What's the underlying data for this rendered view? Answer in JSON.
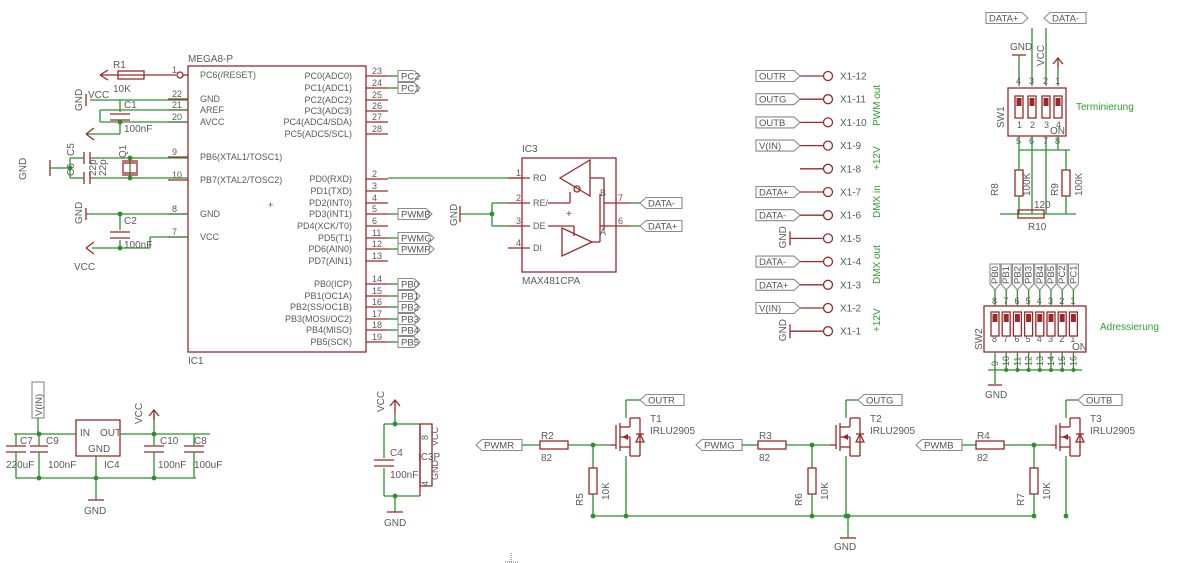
{
  "ic1": {
    "name": "MEGA8-P",
    "ref": "IC1",
    "left": [
      {
        "num": "1",
        "lbl": "PC6(/RESET)"
      },
      {
        "num": "22",
        "lbl": "GND"
      },
      {
        "num": "21",
        "lbl": "AREF"
      },
      {
        "num": "20",
        "lbl": "AVCC"
      },
      {
        "num": "9",
        "lbl": "PB6(XTAL1/TOSC1)"
      },
      {
        "num": "10",
        "lbl": "PB7(XTAL2/TOSC2)"
      },
      {
        "num": "8",
        "lbl": "GND"
      },
      {
        "num": "7",
        "lbl": "VCC"
      }
    ],
    "right": [
      {
        "num": "23",
        "lbl": "PC0(ADC0)"
      },
      {
        "num": "24",
        "lbl": "PC1(ADC1)"
      },
      {
        "num": "25",
        "lbl": "PC2(ADC2)"
      },
      {
        "num": "26",
        "lbl": "PC3(ADC3)"
      },
      {
        "num": "27",
        "lbl": "PC4(ADC4/SDA)"
      },
      {
        "num": "28",
        "lbl": "PC5(ADC5/SCL)"
      },
      {
        "num": "2",
        "lbl": "PD0(RXD)"
      },
      {
        "num": "3",
        "lbl": "PD1(TXD)"
      },
      {
        "num": "4",
        "lbl": "PD2(INT0)"
      },
      {
        "num": "5",
        "lbl": "PD3(INT1)"
      },
      {
        "num": "6",
        "lbl": "PD4(XCK/T0)"
      },
      {
        "num": "11",
        "lbl": "PD5(T1)"
      },
      {
        "num": "12",
        "lbl": "PD6(AIN0)"
      },
      {
        "num": "13",
        "lbl": "PD7(AIN1)"
      },
      {
        "num": "14",
        "lbl": "PB0(ICP)"
      },
      {
        "num": "15",
        "lbl": "PB1(OC1A)"
      },
      {
        "num": "16",
        "lbl": "PB2(SS/OC1B)"
      },
      {
        "num": "17",
        "lbl": "PB3(MOSI/OC2)"
      },
      {
        "num": "18",
        "lbl": "PB4(MISO)"
      },
      {
        "num": "19",
        "lbl": "PB5(SCK)"
      }
    ]
  },
  "left_parts": {
    "r1": "R1",
    "r1v": "10K",
    "c1": "C1",
    "c1v": "100nF",
    "c5": "C5",
    "c5v": "22p",
    "c6": "C6",
    "c6v": "22p",
    "q1": "Q1",
    "c2": "C2",
    "c2v": "100nF",
    "gnd": "GND",
    "vcc": "VCC"
  },
  "ic1_tags": {
    "pc2": "PC2",
    "pc1": "PC1",
    "pwmb": "PWMB",
    "pwmg": "PWMG",
    "pwmr": "PWMR",
    "pb0": "PB0",
    "pb1": "PB1",
    "pb2": "PB2",
    "pb3": "PB3",
    "pb4": "PB4",
    "pb5": "PB5"
  },
  "ic3": {
    "ref": "IC3",
    "name": "MAX481CPA",
    "pins": [
      {
        "num": "1",
        "lbl": "RO"
      },
      {
        "num": "2",
        "lbl": "RE/"
      },
      {
        "num": "3",
        "lbl": "DE"
      },
      {
        "num": "4",
        "lbl": "DI"
      },
      {
        "num": "7",
        "lbl": "B"
      },
      {
        "num": "6",
        "lbl": "A"
      }
    ],
    "tag_dminus": "DATA-",
    "tag_dplus": "DATA+",
    "gnd": "GND"
  },
  "connector": {
    "pins": [
      {
        "tag": "OUTR",
        "pin": "X1-12"
      },
      {
        "tag": "OUTG",
        "pin": "X1-11"
      },
      {
        "tag": "OUTB",
        "pin": "X1-10"
      },
      {
        "tag": "V(IN)",
        "pin": "X1-9"
      },
      {
        "tag": "",
        "pin": "X1-8"
      },
      {
        "tag": "DATA+",
        "pin": "X1-7"
      },
      {
        "tag": "DATA-",
        "pin": "X1-6"
      },
      {
        "tag": "GND",
        "pin": "X1-5"
      },
      {
        "tag": "DATA-",
        "pin": "X1-4"
      },
      {
        "tag": "DATA+",
        "pin": "X1-3"
      },
      {
        "tag": "V(IN)",
        "pin": "X1-2"
      },
      {
        "tag": "GND",
        "pin": "X1-1"
      }
    ],
    "notes": [
      "PWM out",
      "+12V",
      "DMX in",
      "DMX out",
      "+12V"
    ]
  },
  "term": {
    "tag_dplus": "DATA+",
    "tag_dminus": "DATA-",
    "gnd": "GND",
    "vcc": "VCC",
    "sw": "SW1",
    "label": "Terminierung",
    "r8": "R8",
    "r8v": "100K",
    "r9": "R9",
    "r9v": "100K",
    "r10": "R10",
    "r10v": "120",
    "top_nums": [
      "4",
      "3",
      "2",
      "1"
    ],
    "bot_nums": [
      "5",
      "6",
      "7",
      "8"
    ],
    "keys": [
      "1",
      "2",
      "3",
      "4"
    ],
    "on": "ON"
  },
  "addr": {
    "tags": [
      "PB0",
      "PB1",
      "PB2",
      "PB3",
      "PB4",
      "PB5",
      "PC2",
      "PC1"
    ],
    "top_nums": [
      "8",
      "7",
      "6",
      "5",
      "4",
      "3",
      "2",
      "1"
    ],
    "bot_nums": [
      "9",
      "10",
      "11",
      "12",
      "13",
      "14",
      "15",
      "16"
    ],
    "keys": [
      "8",
      "7",
      "6",
      "5",
      "4",
      "3",
      "2",
      "1"
    ],
    "sw": "SW2",
    "label": "Adressierung",
    "on": "ON",
    "gnd": "GND"
  },
  "power": {
    "vin": "V(IN)",
    "c7": "C7",
    "c7v": "220uF",
    "c9": "C9",
    "c9v": "100nF",
    "ic4": "IC4",
    "in": "IN",
    "out": "OUT",
    "gnd": "GND",
    "c10": "C10",
    "c10v": "100nF",
    "c8": "C8",
    "c8v": "100uF",
    "vcc": "VCC"
  },
  "ic2": {
    "vcc": "VCC",
    "c4": "C4",
    "c4v": "100nF",
    "ref": "IC3P",
    "p8": "8",
    "p4": "4",
    "pvcc": "VCC",
    "pgnd": "GND",
    "gnd": "GND"
  },
  "mosfets": [
    {
      "tag_in": "PWMR",
      "r": "R2",
      "rv": "82",
      "rg": "R5",
      "rgv": "10K",
      "t": "T1",
      "tv": "IRLU2905",
      "out": "OUTR"
    },
    {
      "tag_in": "PWMG",
      "r": "R3",
      "rv": "82",
      "rg": "R6",
      "rgv": "10K",
      "t": "T2",
      "tv": "IRLU2905",
      "out": "OUTG"
    },
    {
      "tag_in": "PWMB",
      "r": "R4",
      "rv": "82",
      "rg": "R7",
      "rgv": "10K",
      "t": "T3",
      "tv": "IRLU2905",
      "out": "OUTB"
    }
  ],
  "mos_gnd": "GND"
}
